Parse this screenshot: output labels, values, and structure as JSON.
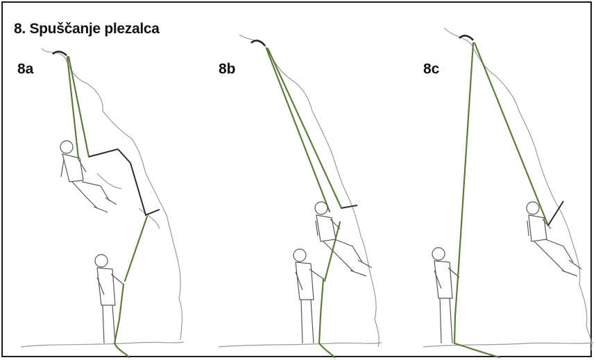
{
  "title": "8. Spuščanje plezalca",
  "panels": [
    {
      "label": "8a"
    },
    {
      "label": "8b"
    },
    {
      "label": "8c"
    }
  ],
  "colors": {
    "rope": "#5d7a3c",
    "rock_outline": "#9a9a9a",
    "frame": "#1a1a1a"
  }
}
